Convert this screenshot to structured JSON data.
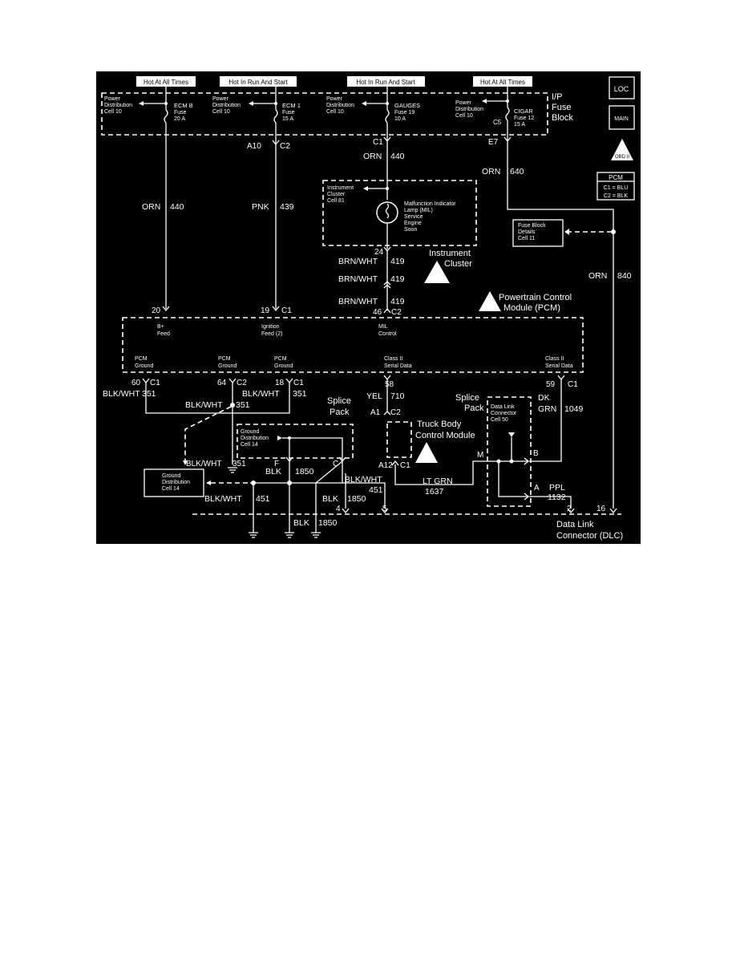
{
  "colors": {
    "background": "#000000",
    "ink": "#ffffff"
  },
  "hot": {
    "ecm_b": "Hot At All Times",
    "ecm1": "Hot In Run And Start",
    "gauges": "Hot In Run And Start",
    "cigar": "Hot At All Times"
  },
  "fuse_block": {
    "title1": "I/P",
    "title2": "Fuse",
    "title3": "Block",
    "ecm_b": {
      "pd1": "Power",
      "pd2": "Distribution",
      "pd3": "Cell 10",
      "name": "ECM B",
      "fuse": "Fuse",
      "amps": "20 A"
    },
    "ecm1": {
      "pd1": "Power",
      "pd2": "Distribution",
      "pd3": "Cell 10",
      "name": "ECM 1",
      "fuse": "Fuse",
      "amps": "15 A"
    },
    "gauges": {
      "pd1": "Power",
      "pd2": "Distribution",
      "pd3": "Cell 10",
      "name": "GAUGES",
      "fuse": "Fuse 19",
      "amps": "10 A"
    },
    "cigar": {
      "pd1": "Power",
      "pd2": "Distribution",
      "pd3": "Cell 10",
      "name": "CIGAR",
      "fuse": "Fuse 12",
      "amps": "15 A",
      "conn": "C5"
    }
  },
  "icons": {
    "loc": "LOC",
    "main": "MAIN",
    "obd": "OBD II"
  },
  "pcm_legend": {
    "title": "PCM",
    "c1": "C1 = BLU",
    "c2": "C2 = BLK"
  },
  "pins": {
    "a10": "A10",
    "c2_fb": "C2",
    "c1_fb": "C1",
    "e7": "E7",
    "p24": "24",
    "p20": "20",
    "p19": "19",
    "c1_19": "C1",
    "p46": "46",
    "c2_46": "C2",
    "p60": "60",
    "c1_60": "C1",
    "p64": "64",
    "c2_64": "C2",
    "p18": "18",
    "c1_18": "C1",
    "p58": "58",
    "p59": "59",
    "c1_59": "C1",
    "a1": "A1",
    "c2_a1": "C2",
    "a12": "A12",
    "c1_a12": "C1",
    "f": "F",
    "c": "C",
    "m": "M",
    "b": "B",
    "a": "A",
    "d4": "4",
    "d5": "5",
    "d2": "2",
    "d16": "16"
  },
  "wires": {
    "orn440_left": {
      "color": "ORN",
      "circuit": "440"
    },
    "pnk439": {
      "color": "PNK",
      "circuit": "439"
    },
    "orn440_top": {
      "color": "ORN",
      "circuit": "440"
    },
    "orn640": {
      "color": "ORN",
      "circuit": "640"
    },
    "orn840": {
      "color": "ORN",
      "circuit": "840"
    },
    "brn1": {
      "color": "BRN/WHT",
      "circuit": "419"
    },
    "brn2": {
      "color": "BRN/WHT",
      "circuit": "419"
    },
    "brn3": {
      "color": "BRN/WHT",
      "circuit": "419"
    },
    "blk351_60": {
      "color": "BLK/WHT",
      "circuit": "351"
    },
    "blk351_18": {
      "color": "BLK/WHT",
      "circuit": "351"
    },
    "blk351_mid": {
      "color": "BLK/WHT",
      "circuit": "351"
    },
    "blk351_low": {
      "color": "BLK/WHT",
      "circuit": "351"
    },
    "yel710": {
      "color": "YEL",
      "circuit": "710"
    },
    "dkgrn": {
      "color1": "DK",
      "color2": "GRN",
      "circuit": "1049"
    },
    "blk1850_f": {
      "color": "BLK",
      "circuit": "1850"
    },
    "blk451_r": {
      "color": "BLK/WHT",
      "circuit": "451"
    },
    "blk451_l": {
      "color": "BLK/WHT",
      "circuit": "451"
    },
    "blk1850_4": {
      "color": "BLK",
      "circuit": "1850"
    },
    "blk1850_g": {
      "color": "BLK",
      "circuit": "1850"
    },
    "ltgrn": {
      "color": "LT GRN",
      "circuit": "1637"
    },
    "ppl": {
      "color": "PPL",
      "circuit": "1132"
    }
  },
  "cluster": {
    "ref1": "Instrument",
    "ref2": "Cluster",
    "ref3": "Cell 81",
    "mil1": "Malfunction Indicator",
    "mil2": "Lamp (MIL)",
    "mil3": "Service",
    "mil4": "Engine",
    "mil5": "Soon",
    "label1": "Instrument",
    "label2": "Cluster"
  },
  "fuse_details": {
    "l1": "Fuse Block",
    "l2": "Details",
    "l3": "Cell 11"
  },
  "pcm": {
    "title1": "Powertrain Control",
    "title2": "Module (PCM)",
    "bfeed1": "B+",
    "bfeed2": "Feed",
    "ign1": "Ignition",
    "ign2": "Feed (2)",
    "mil1": "MIL",
    "mil2": "Control",
    "g1a": "PCM",
    "g1b": "Ground",
    "g2a": "PCM",
    "g2b": "Ground",
    "g3a": "PCM",
    "g3b": "Ground",
    "cls1a": "Class II",
    "cls1b": "Serial Data",
    "cls2a": "Class II",
    "cls2b": "Serial Data"
  },
  "splice1": {
    "l1": "Splice",
    "l2": "Pack"
  },
  "splice2": {
    "l1": "Splice",
    "l2": "Pack"
  },
  "ground_dist_top": {
    "l1": "Ground",
    "l2": "Distribution",
    "l3": "Cell 14"
  },
  "ground_dist_left": {
    "l1": "Ground",
    "l2": "Distribution",
    "l3": "Cell 14"
  },
  "dlc_conn": {
    "l1": "Data Link",
    "l2": "Connector",
    "l3": "Cell 50"
  },
  "tbcm": {
    "l1": "Truck Body",
    "l2": "Control Module"
  },
  "dlc": {
    "l1": "Data Link",
    "l2": "Connector (DLC)"
  }
}
